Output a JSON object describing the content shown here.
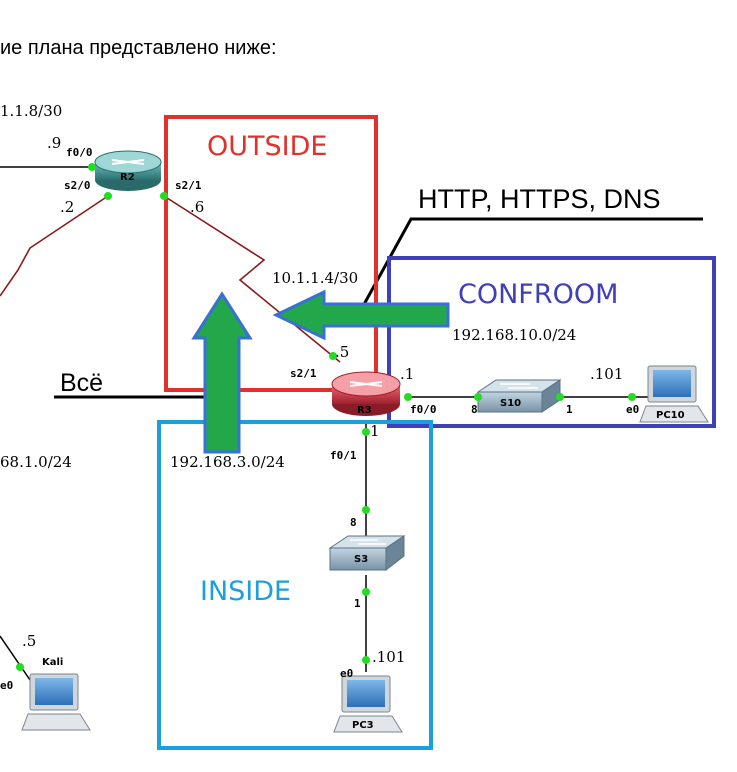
{
  "intro_text": "ие плана представлено ниже:",
  "zones": {
    "outside": {
      "label": "OUTSIDE",
      "color": "#e0312c"
    },
    "confroom": {
      "label": "CONFROOM",
      "color": "#3f3fb8"
    },
    "inside": {
      "label": "INSIDE",
      "color": "#1aa0dc"
    }
  },
  "callouts": {
    "protocols": "HTTP, HTTPS, DNS",
    "all": "Всё"
  },
  "networks": {
    "net_8": "1.1.8/30",
    "net_4": "10.1.1.4/30",
    "net_10": "192.168.10.0/24",
    "net_3": "192.168.3.0/24",
    "net_1": "68.1.0/24"
  },
  "devices": {
    "r2": "R2",
    "r3": "R3",
    "s10": "S10",
    "s3": "S3",
    "pc10": "PC10",
    "pc3": "PC3",
    "kali": "Kali"
  },
  "ports": {
    "r2_f00": "f0/0",
    "r2_s20": "s2/0",
    "r2_s21": "s2/1",
    "r3_s21": "s2/1",
    "r3_f00": "f0/0",
    "r3_f01": "f0/1",
    "s10_8": "8",
    "s10_1": "1",
    "pc10_e0": "e0",
    "s3_8": "8",
    "s3_1": "1",
    "pc3_e0": "e0",
    "kali_e0": "e0"
  },
  "addresses": {
    "r2_9": ".9",
    "r2_2": ".2",
    "r2_6": ".6",
    "r3_5": ".5",
    "r3_1": ".1",
    "r3_f01_1": "1",
    "pc10_101": ".101",
    "pc3_101": ".101",
    "kali_5": ".5"
  },
  "colors": {
    "arrow_green": "#22a84a",
    "arrow_blue": "#3a6fd8",
    "serial_link": "#8b1a1a",
    "port_dot": "#22dd22",
    "router_teal": "#3d8f8f",
    "router_red": "#c0393f",
    "switch_gray": "#8aa6b8"
  }
}
